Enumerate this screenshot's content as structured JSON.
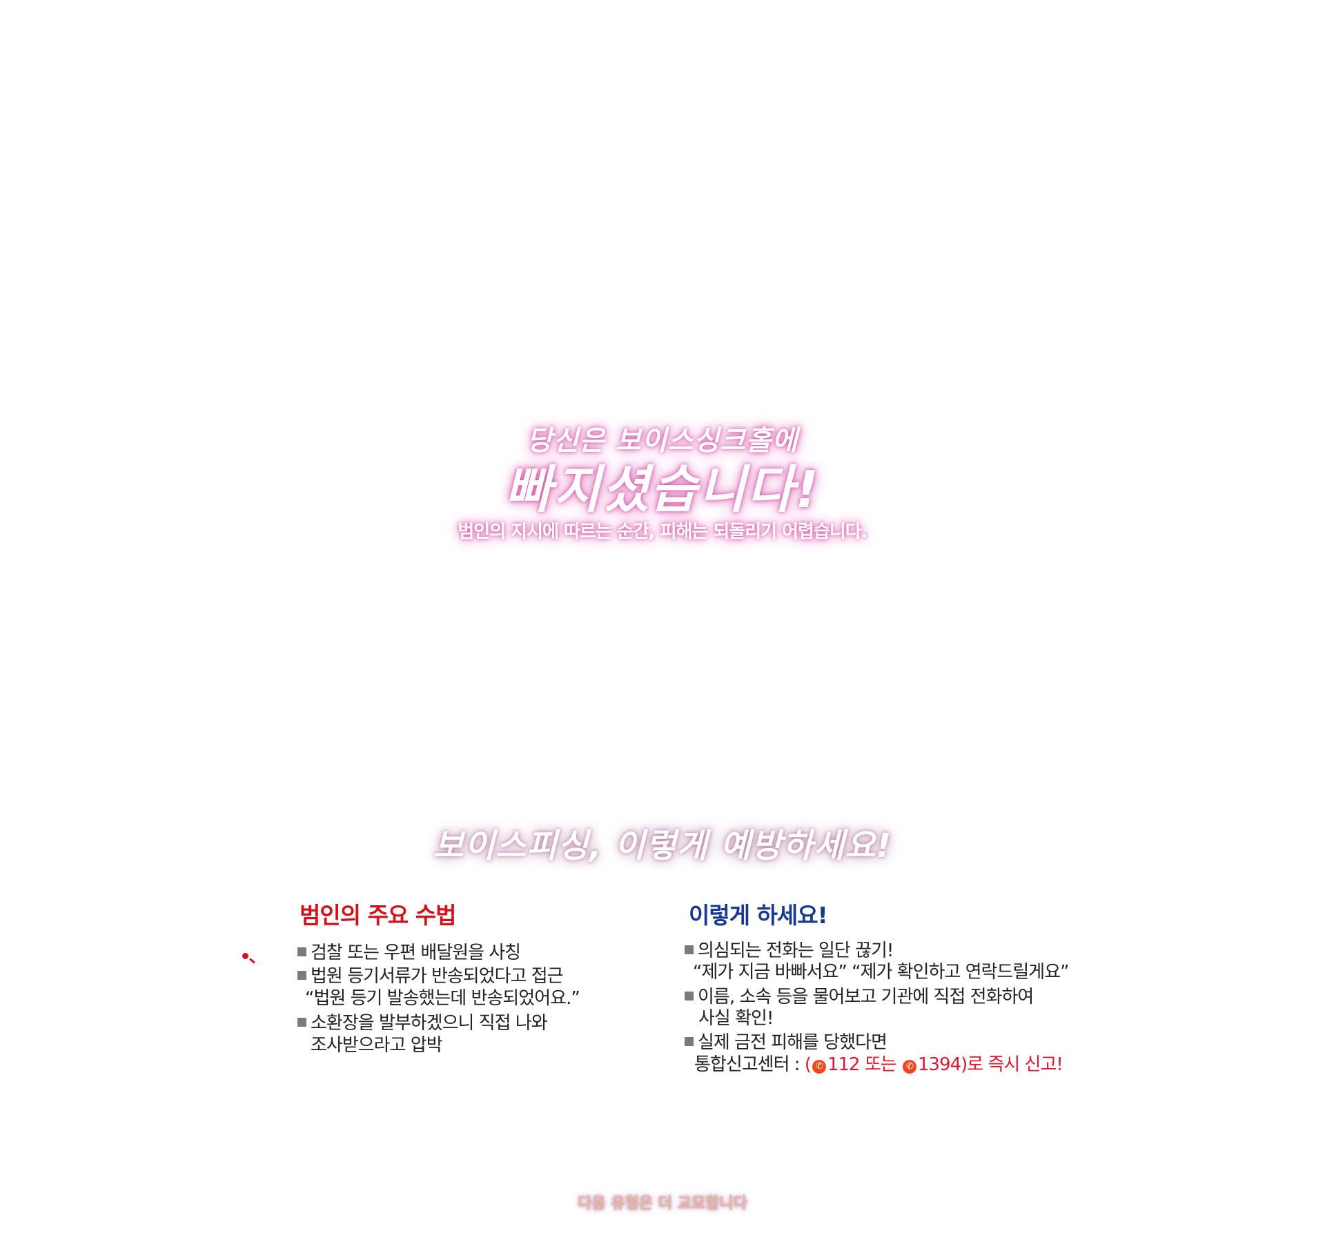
{
  "hero": {
    "line1": "당신은 보이스싱크홀에",
    "line2": "빠지셨습니다!",
    "subtitle": "범인의 지시에 따르는 순간, 피해는 되돌리기 어렵습니다."
  },
  "section_title": "보이스피싱, 이렇게 예방하세요!",
  "left": {
    "heading": "범인의 주요 수법",
    "lines": [
      "검찰 또는 우편 배달원을 사칭",
      "법원 등기서류가 반송되었다고 접근",
      "“법원 등기 발송했는데 반송되었어요.”",
      "소환장을 발부하겠으니 직접 나와",
      "조사받으라고 압박"
    ]
  },
  "right": {
    "heading": "이렇게 하세요!",
    "lines": [
      "의심되는 전화는 일단 끊기!",
      "“제가 지금 바빠서요” “제가 확인하고 연락드릴게요”",
      "이름, 소속 등을 물어보고 기관에 직접 전화하여",
      "사실 확인!",
      "실제 금전 피해를 당했다면"
    ],
    "report_prefix": "통합신고센터 : ",
    "report_open": "(",
    "phone1": "112",
    "or": " 또는 ",
    "phone2": "1394",
    "report_suffix": ")로 즉시 신고!"
  },
  "footer": "다음 유형은 더 교묘합니다",
  "colors": {
    "red": "#d0121b",
    "navy": "#173a8c",
    "pink_glow": "#d24fa0",
    "phone": "#f0461e"
  }
}
